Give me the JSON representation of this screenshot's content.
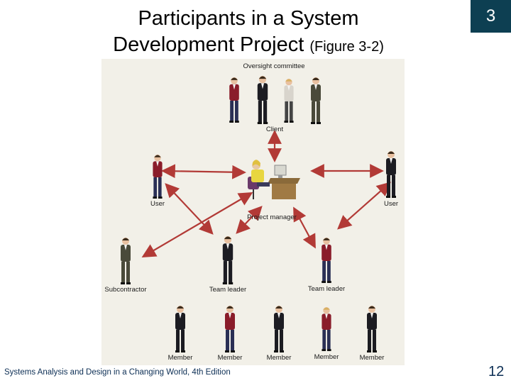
{
  "slide": {
    "title_line1": "Participants in a System",
    "title_line2_main": "Development Project",
    "title_line2_ref": "(Figure 3-2)",
    "chapter_number": "3",
    "footer_text": "Systems Analysis and Design in a Changing World, 4th Edition",
    "page_number": "12"
  },
  "diagram": {
    "labels": {
      "oversight": "Oversight committee",
      "client": "Client",
      "user_left": "User",
      "user_right": "User",
      "project_manager": "Project manager",
      "subcontractor": "Subcontractor",
      "team_leader_left": "Team leader",
      "team_leader_right": "Team leader",
      "member_1": "Member",
      "member_2": "Member",
      "member_3": "Member",
      "member_4": "Member",
      "member_5": "Member"
    },
    "colors": {
      "arrow": "#b23a36",
      "background": "#f2f0e8",
      "suit_dark": "#1c1c22",
      "suit_olive": "#4a4a3a",
      "jacket_red": "#8a1c2a",
      "skirt_navy": "#2a2f55"
    }
  }
}
